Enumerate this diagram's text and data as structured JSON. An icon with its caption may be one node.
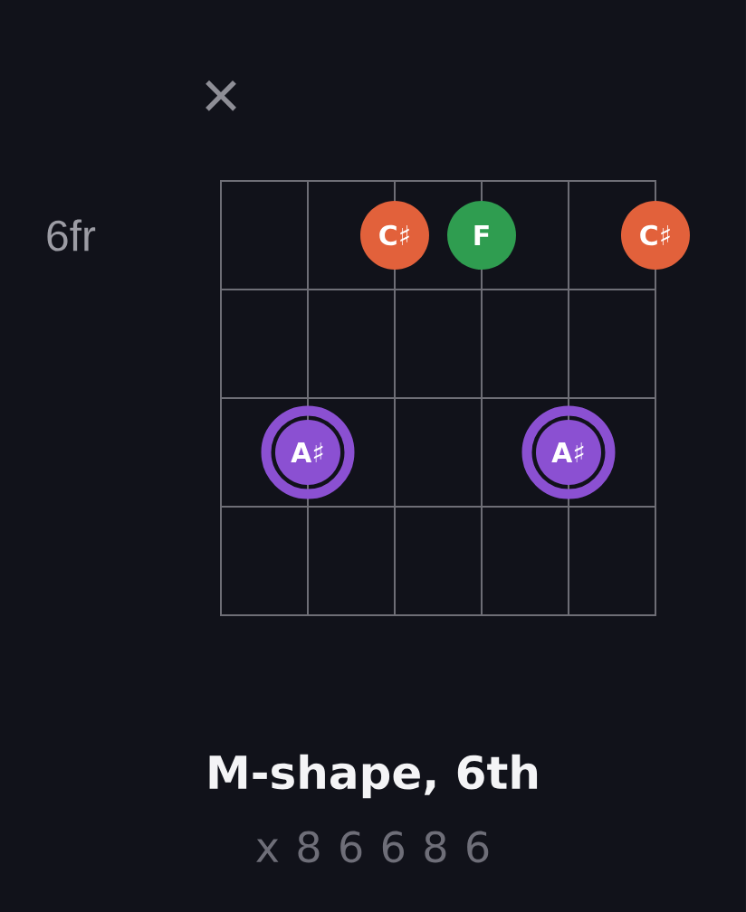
{
  "diagram": {
    "title": "M-shape, 6th",
    "caption": "x 8 6 6 8 6",
    "nodes": [
      {
        "text": [
          "C♯"
        ]
      },
      {
        "text": [
          "F"
        ]
      },
      {
        "text": [
          "C♯"
        ]
      },
      {
        "text": [
          "A♯"
        ]
      },
      {
        "text": [
          "A♯"
        ]
      }
    ],
    "labels": [
      "×",
      "6fr"
    ]
  }
}
